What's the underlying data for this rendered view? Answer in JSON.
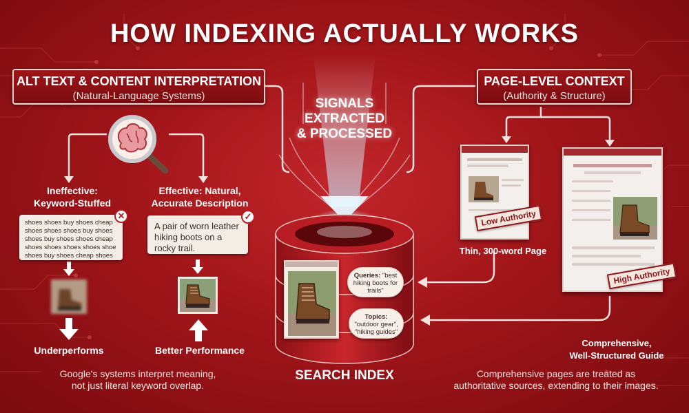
{
  "title": "HOW INDEXING ACTUALLY WORKS",
  "left_header": {
    "title": "ALT TEXT & CONTENT INTERPRETATION",
    "subtitle": "(Natural-Language Systems)"
  },
  "right_header": {
    "title": "PAGE-LEVEL CONTEXT",
    "subtitle": "(Authority & Structure)"
  },
  "signals": {
    "line1": "SIGNALS",
    "line2": "EXTRACTED",
    "line3": "& PROCESSED"
  },
  "ineffective": {
    "label_line1": "Ineffective:",
    "label_line2": "Keyword-Stuffed",
    "text": "shoes shoes buy shoes cheap shoes shoes shoes buy shoes shoes buy shoes shoes cheap shoes shoes shoes shoes shoe shoes buy shoes cheap shoes",
    "badge": "✕",
    "result": "Underperforms"
  },
  "effective": {
    "label_line1": "Effective: Natural,",
    "label_line2": "Accurate Description",
    "text": "A pair of worn leather hiking boots on a rocky trail.",
    "badge": "✓",
    "result": "Better Performance"
  },
  "left_caption": {
    "line1": "Google's systems interpret meaning,",
    "line2": "not just literal keyword overlap."
  },
  "search_index": {
    "label": "SEARCH INDEX",
    "queries_label": "Queries:",
    "queries_text": "\"best hiking boots for trails\"",
    "topics_label": "Topics:",
    "topics_text": "\"outdoor gear\", \"hiking guides\""
  },
  "thin_page": {
    "stamp": "Low Authority",
    "label": "Thin, 300-word Page"
  },
  "guide_page": {
    "stamp": "High Authority",
    "label_line1": "Comprehensive,",
    "label_line2": "Well-Structured Guide"
  },
  "right_caption": {
    "line1": "Comprehensive pages are treated as",
    "line2": "authoritative sources, extending to their images."
  },
  "colors": {
    "background": "#a11519",
    "accent_dark": "#7b0c10",
    "card": "#f4ede6",
    "stamp": "#8e1418",
    "beam": "#bfe9ff"
  }
}
